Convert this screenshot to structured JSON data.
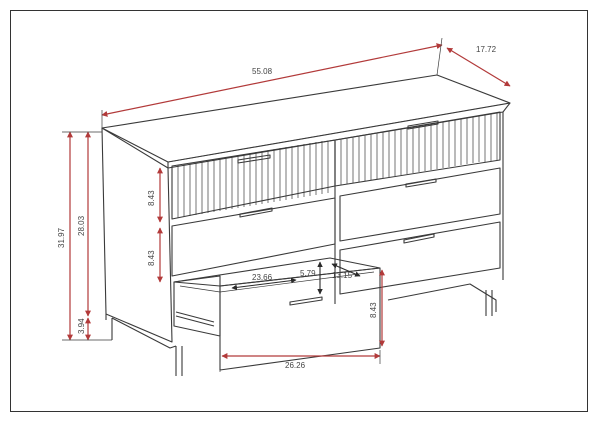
{
  "diagram": {
    "colors": {
      "dimension_line": "#b23a3a",
      "outline": "#3a3a3a"
    },
    "dimensions": {
      "total_width": "55.08",
      "depth": "17.72",
      "total_height": "31.97",
      "body_height": "28.03",
      "leg_height": "3.94",
      "drawer_height_top": "8.43",
      "drawer_height_middle": "8.43",
      "drawer_front_height": "8.43",
      "drawer_front_width": "26.26",
      "drawer_inner_width": "23.66",
      "drawer_inner_depth": "13.15",
      "drawer_inner_height": "5.79"
    }
  }
}
